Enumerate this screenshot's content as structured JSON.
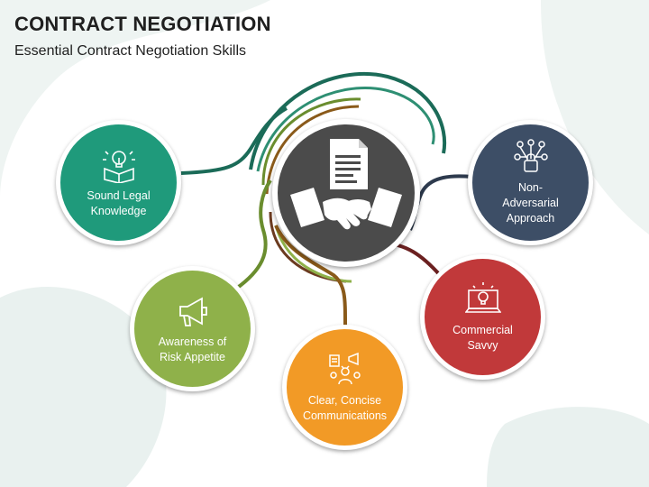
{
  "header": {
    "title": "CONTRACT NEGOTIATION",
    "subtitle": "Essential Contract Negotiation Skills"
  },
  "hub": {
    "icon": "contract-handshake-icon"
  },
  "nodes": [
    {
      "label": "Sound Legal\nKnowledge",
      "icon": "lightbulb-book-icon",
      "color": "#1f9a7b"
    },
    {
      "label": "Awareness of\nRisk Appetite",
      "icon": "megaphone-icon",
      "color": "#8fb14a"
    },
    {
      "label": "Clear, Concise\nCommunications",
      "icon": "communication-icon",
      "color": "#f29a26"
    },
    {
      "label": "Commercial\nSavvy",
      "icon": "idea-laptop-icon",
      "color": "#c1393a"
    },
    {
      "label": "Non-\nAdversarial\nApproach",
      "icon": "network-lock-icon",
      "color": "#3d4e66"
    }
  ]
}
